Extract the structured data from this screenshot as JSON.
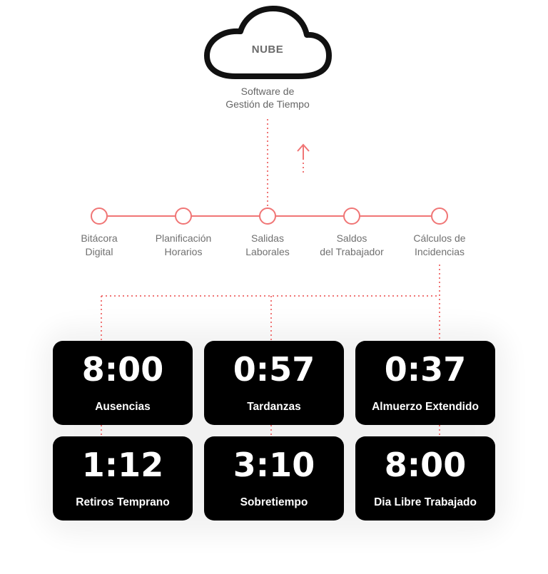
{
  "cloud": {
    "label": "NUBE",
    "subtitle_line1": "Software de",
    "subtitle_line2": "Gestión de Tiempo"
  },
  "nodes": [
    {
      "line1": "Bitácora",
      "line2": "Digital"
    },
    {
      "line1": "Planificación",
      "line2": "Horarios"
    },
    {
      "line1": "Salidas",
      "line2": "Laborales"
    },
    {
      "line1": "Saldos",
      "line2": "del Trabajador"
    },
    {
      "line1": "Cálculos de",
      "line2": "Incidencias"
    }
  ],
  "cards": [
    {
      "value": "8:00",
      "title": "Ausencias"
    },
    {
      "value": "0:57",
      "title": "Tardanzas"
    },
    {
      "value": "0:37",
      "title": "Almuerzo Extendido"
    },
    {
      "value": "1:12",
      "title": "Retiros Temprano"
    },
    {
      "value": "3:10",
      "title": "Sobretiempo"
    },
    {
      "value": "8:00",
      "title": "Dia Libre Trabajado"
    }
  ],
  "colors": {
    "accent": "#f07575",
    "card": "#000000",
    "text_muted": "#707070"
  }
}
